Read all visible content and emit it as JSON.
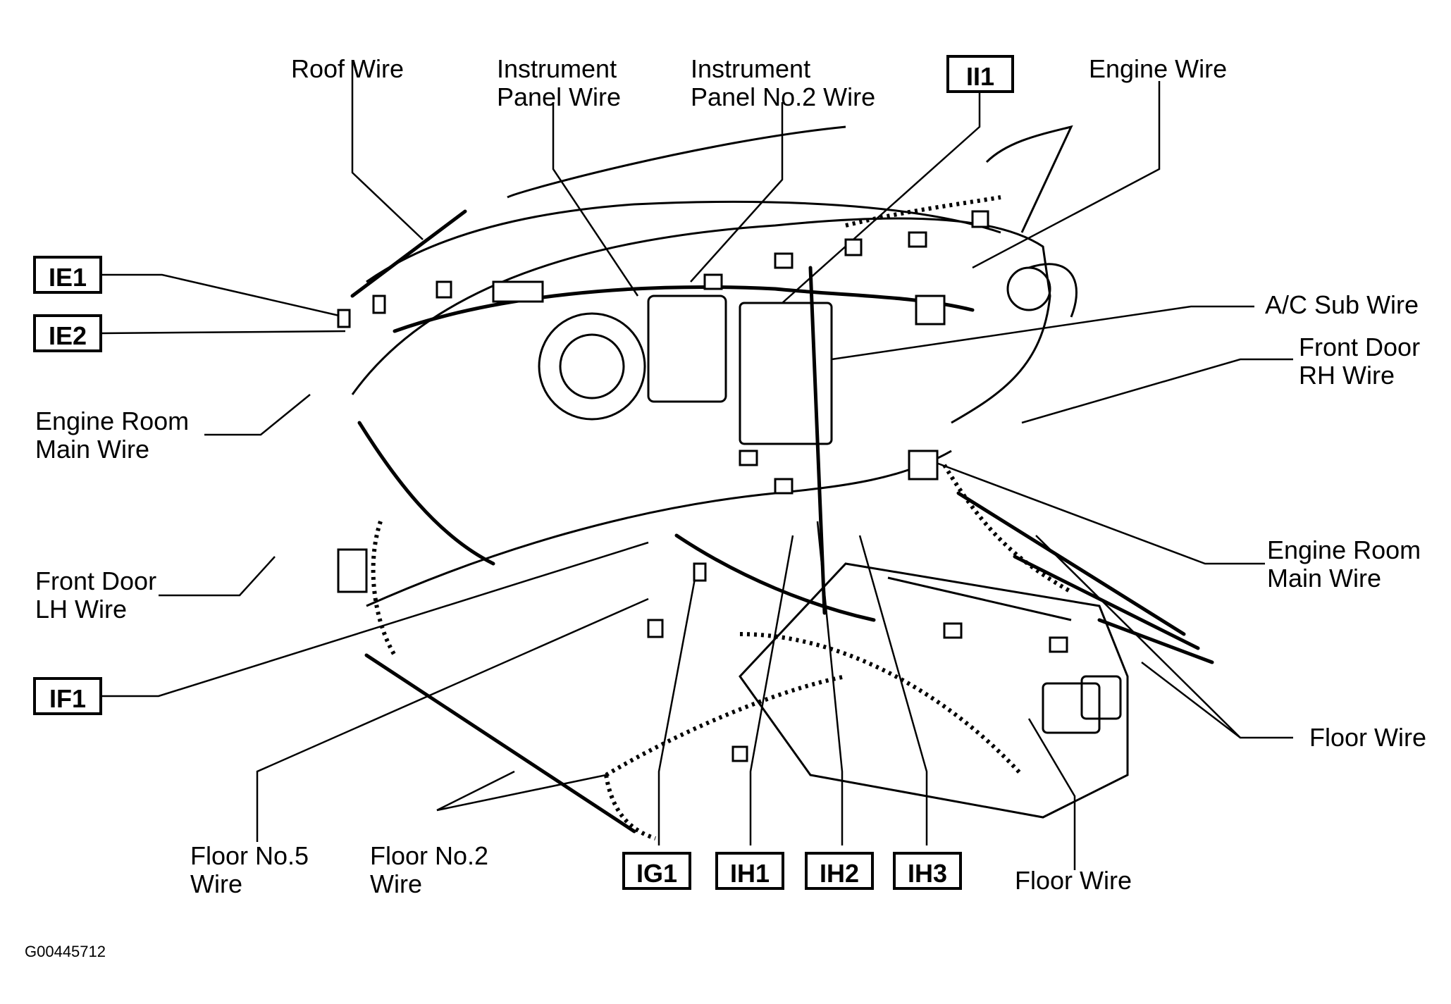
{
  "labels": {
    "roof_wire": [
      "Roof Wire"
    ],
    "instrument_panel_wire": [
      "Instrument",
      "Panel Wire"
    ],
    "instrument_panel_no2_wire": [
      "Instrument",
      "Panel No.2 Wire"
    ],
    "engine_wire_top": [
      "Engine Wire"
    ],
    "ac_sub_wire": [
      "A/C Sub Wire"
    ],
    "front_door_rh_wire": [
      "Front Door",
      "RH Wire"
    ],
    "engine_room_main_wire_left": [
      "Engine Room",
      "Main Wire"
    ],
    "engine_room_main_wire_right": [
      "Engine Room",
      "Main Wire"
    ],
    "front_door_lh_wire": [
      "Front Door",
      "LH Wire"
    ],
    "floor_wire_right": [
      "Floor Wire"
    ],
    "floor_wire_bottom": [
      "Floor Wire"
    ],
    "floor_no5_wire": [
      "Floor No.5",
      "Wire"
    ],
    "floor_no2_wire": [
      "Floor No.2",
      "Wire"
    ]
  },
  "connectors": {
    "ie1": "IE1",
    "ie2": "IE2",
    "if1": "IF1",
    "ii1": "II1",
    "ig1": "IG1",
    "ih1": "IH1",
    "ih2": "IH2",
    "ih3": "IH3"
  },
  "figure_id": "G00445712"
}
